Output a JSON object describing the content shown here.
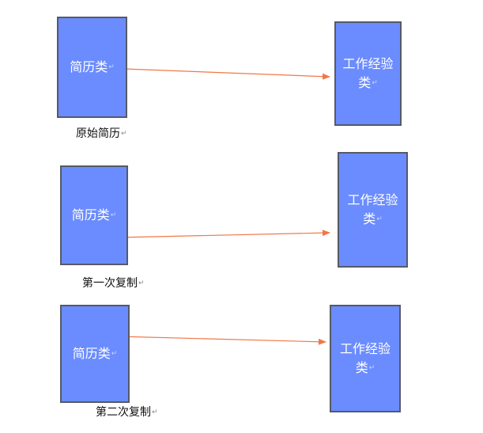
{
  "colors": {
    "box_fill": "#6b8cff",
    "box_border": "#555a66",
    "arrow": "#f07848"
  },
  "return_mark": "↵",
  "diagrams": [
    {
      "source_label": "简历类",
      "target_label": "工作经验类",
      "caption": "原始简历"
    },
    {
      "source_label": "简历类",
      "target_label": "工作经验类",
      "caption": "第一次复制"
    },
    {
      "source_label": "简历类",
      "target_label": "工作经验类",
      "caption": "第二次复制"
    }
  ]
}
